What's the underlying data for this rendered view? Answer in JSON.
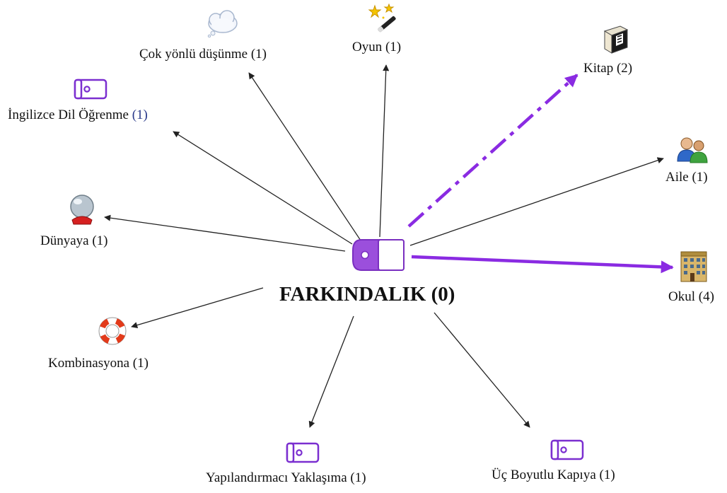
{
  "center": {
    "label": "FARKINDALIK",
    "count": "(0)"
  },
  "nodes": [
    {
      "id": "cok-yonlu",
      "label": "Çok yönlü düşünme",
      "count": "(1)",
      "icon": "thought-cloud-icon"
    },
    {
      "id": "oyun",
      "label": "Oyun",
      "count": "(1)",
      "icon": "magic-wand-icon"
    },
    {
      "id": "kitap",
      "label": "Kitap",
      "count": "(2)",
      "icon": "book-icon"
    },
    {
      "id": "ingilizce",
      "label": "İngilizce Dil Öğrenme",
      "count": "(1)",
      "icon": "code-tag-icon"
    },
    {
      "id": "aile",
      "label": "Aile",
      "count": "(1)",
      "icon": "family-icon"
    },
    {
      "id": "dunyaya",
      "label": "Dünyaya",
      "count": "(1)",
      "icon": "crystal-ball-icon"
    },
    {
      "id": "okul",
      "label": "Okul",
      "count": "(4)",
      "icon": "building-icon"
    },
    {
      "id": "kombinasyona",
      "label": "Kombinasyona",
      "count": "(1)",
      "icon": "lifebuoy-icon"
    },
    {
      "id": "yapilandirmaci",
      "label": "Yapılandırmacı Yaklaşıma",
      "count": "(1)",
      "icon": "code-tag-icon"
    },
    {
      "id": "uc-boyutlu",
      "label": "Üç Boyutlu Kapıya",
      "count": "(1)",
      "icon": "code-tag-icon"
    }
  ],
  "edges": [
    {
      "to": "cok-yonlu",
      "style": "normal"
    },
    {
      "to": "oyun",
      "style": "normal"
    },
    {
      "to": "kitap",
      "style": "dashed-strong"
    },
    {
      "to": "ingilizce",
      "style": "normal"
    },
    {
      "to": "aile",
      "style": "normal"
    },
    {
      "to": "dunyaya",
      "style": "normal"
    },
    {
      "to": "okul",
      "style": "strong"
    },
    {
      "to": "kombinasyona",
      "style": "normal"
    },
    {
      "to": "yapilandirmaci",
      "style": "normal"
    },
    {
      "to": "uc-boyutlu",
      "style": "normal"
    }
  ],
  "colors": {
    "accent": "#8a2be2",
    "edge": "#222222",
    "tag": "#7b2fd0"
  }
}
